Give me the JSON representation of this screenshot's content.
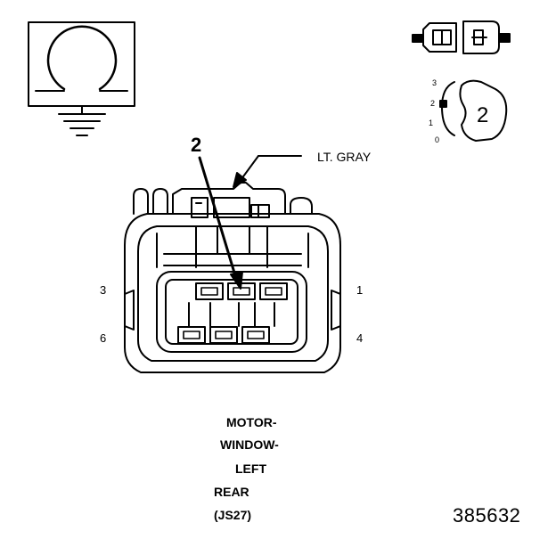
{
  "callout": {
    "wire_color": "LT. GRAY",
    "terminal": "2"
  },
  "pins": {
    "p1": "1",
    "p3": "3",
    "p4": "4",
    "p6": "6"
  },
  "view_icon": {
    "positions": [
      "3",
      "2",
      "1",
      "0"
    ],
    "selected": "2"
  },
  "component": {
    "line1": "MOTOR-",
    "line2": "WINDOW-",
    "line3": "LEFT",
    "line4": "REAR",
    "line5": "(JS27)"
  },
  "figure_number": "385632",
  "colors": {
    "ink": "#000000",
    "paper": "#ffffff"
  }
}
